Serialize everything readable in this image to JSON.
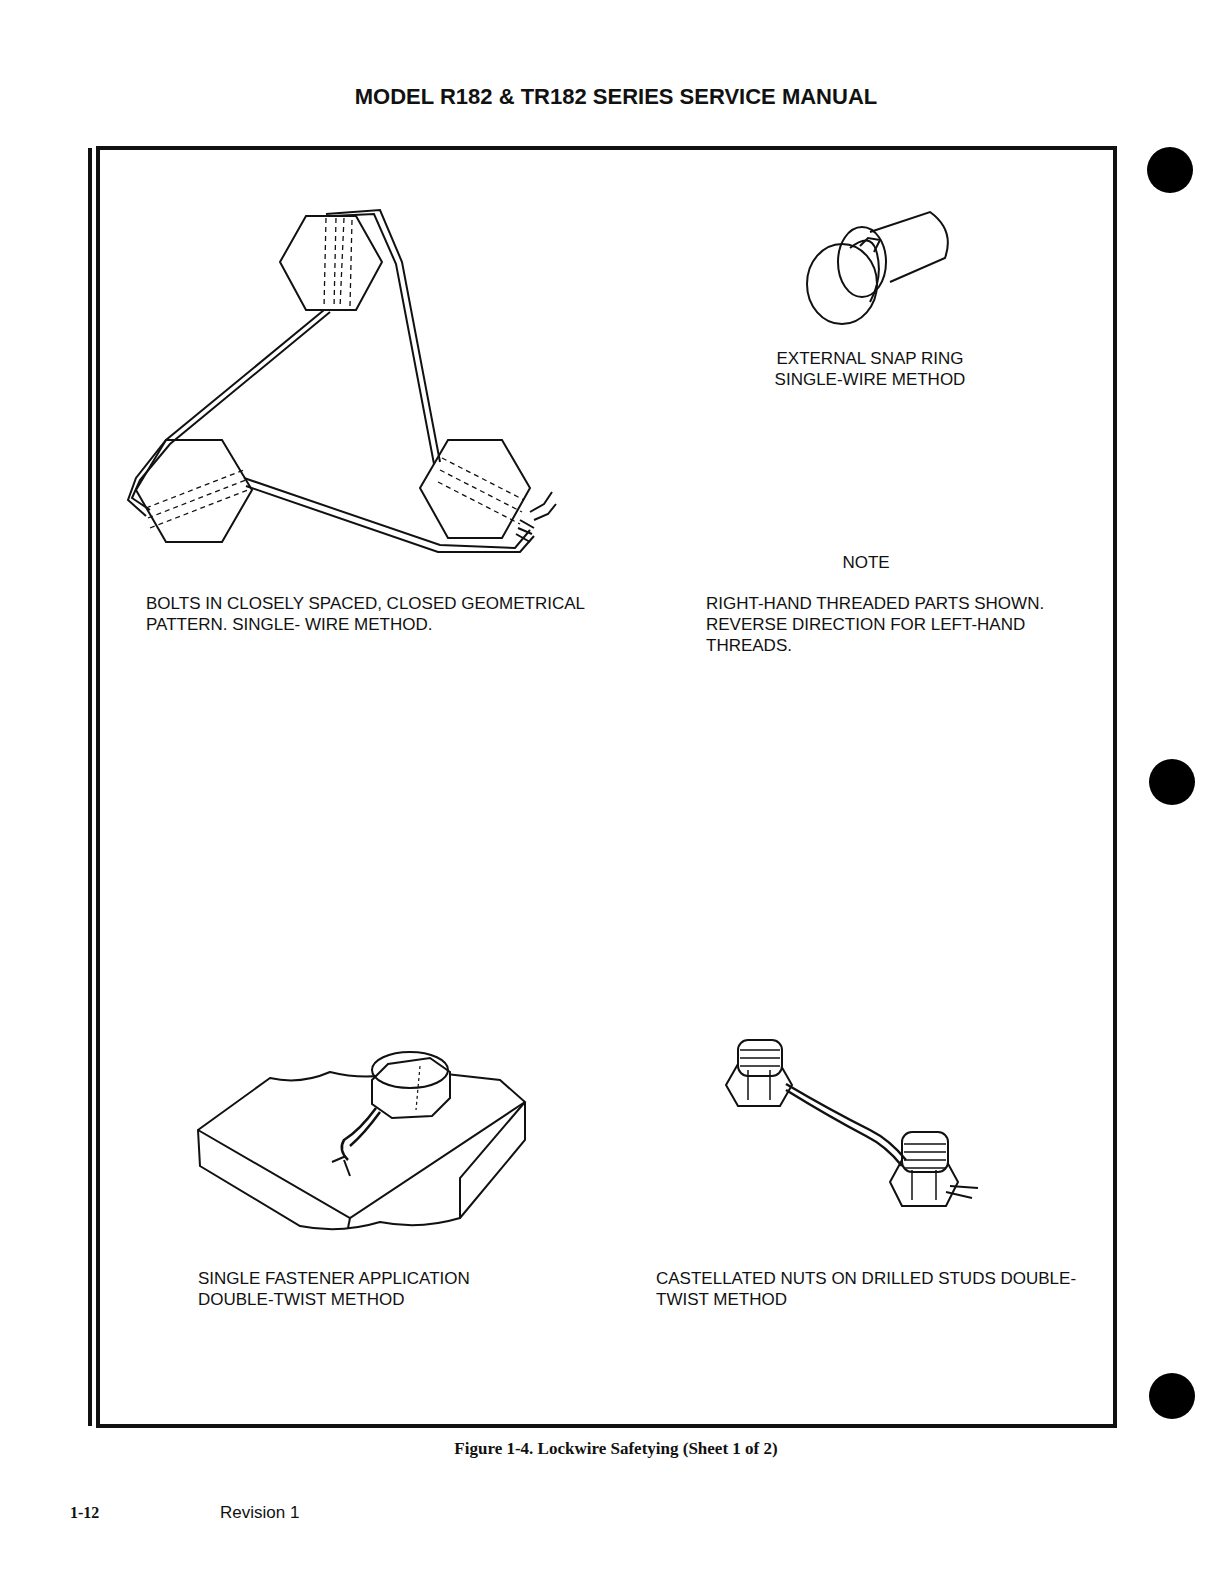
{
  "diagram": {
    "title": "MODEL R182 & TR182 SERIES SERVICE MANUAL",
    "caption": "Figure 1-4. Lockwire Safetying (Sheet 1 of 2)",
    "labels": [
      "BOLTS IN CLOSELY SPACED, CLOSED GEOMETRICAL PATTERN. SINGLE- WIRE METHOD.",
      "EXTERNAL SNAP RING SINGLE-WIRE METHOD",
      "NOTE",
      "RIGHT-HAND THREADED PARTS SHOWN. REVERSE DIRECTION FOR LEFT-HAND THREADS.",
      "SINGLE FASTENER APPLICATION DOUBLE-TWIST METHOD",
      "CASTELLATED NUTS ON DRILLED STUDS DOUBLE-TWIST METHOD",
      "1-12",
      "Revision 1"
    ]
  }
}
